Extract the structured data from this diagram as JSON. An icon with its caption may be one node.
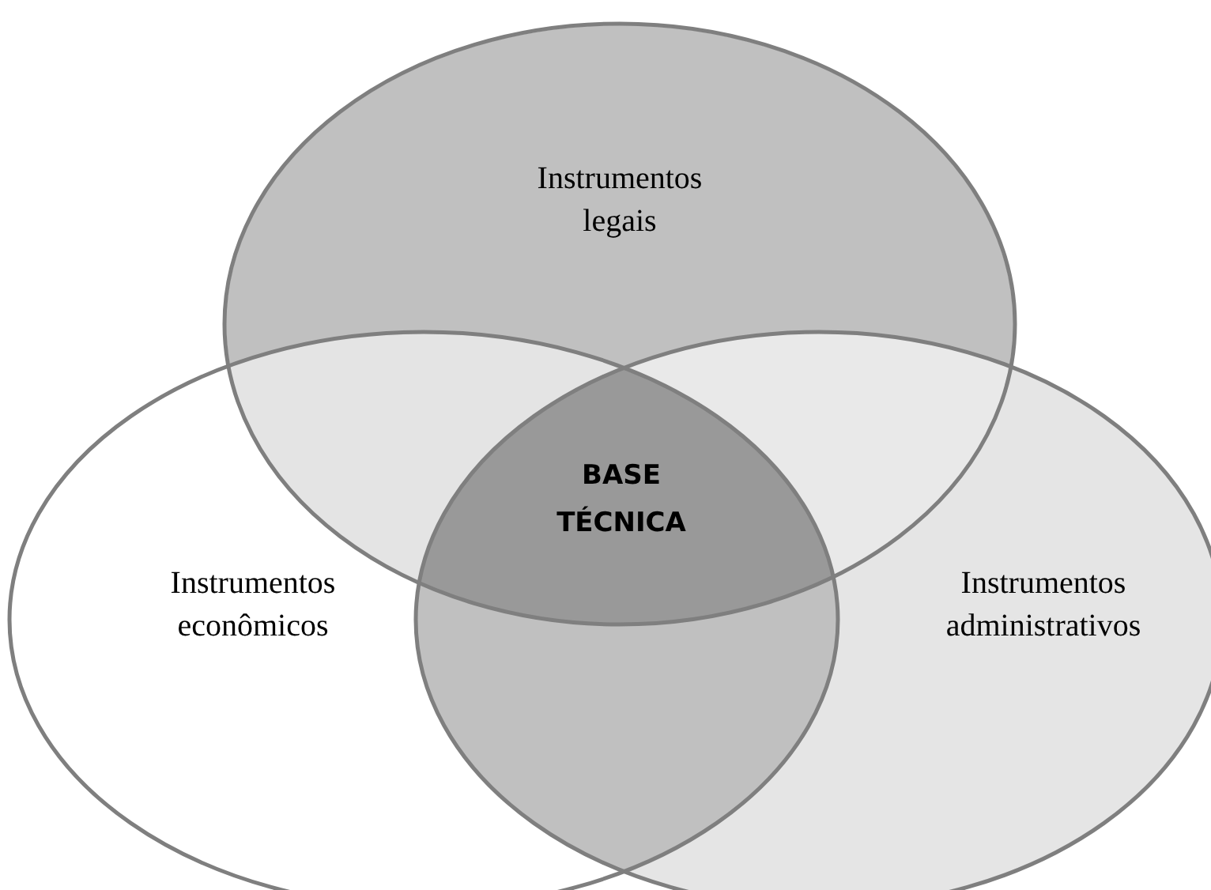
{
  "diagram": {
    "nodes": [
      {
        "text": [
          "Instrumentos legais"
        ]
      },
      {
        "text": [
          "Instrumentos econômicos"
        ]
      },
      {
        "text": [
          "Instrumentos administrativos"
        ]
      },
      {
        "text": [
          "BASE TÉCNICA"
        ]
      }
    ]
  }
}
